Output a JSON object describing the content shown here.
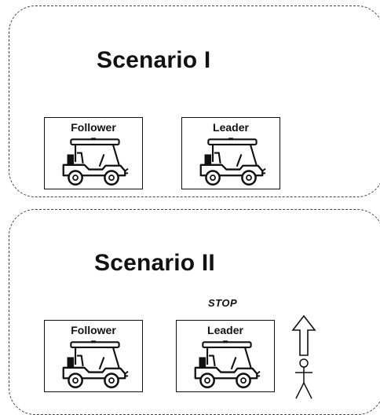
{
  "scenario1": {
    "title": "Scenario I",
    "follower_label": "Follower",
    "leader_label": "Leader"
  },
  "scenario2": {
    "title": "Scenario II",
    "follower_label": "Follower",
    "leader_label": "Leader",
    "stop_label": "STOP"
  },
  "icons": {
    "vehicle": "golf-cart-icon",
    "direction": "up-arrow-icon",
    "pedestrian": "pedestrian-icon"
  }
}
